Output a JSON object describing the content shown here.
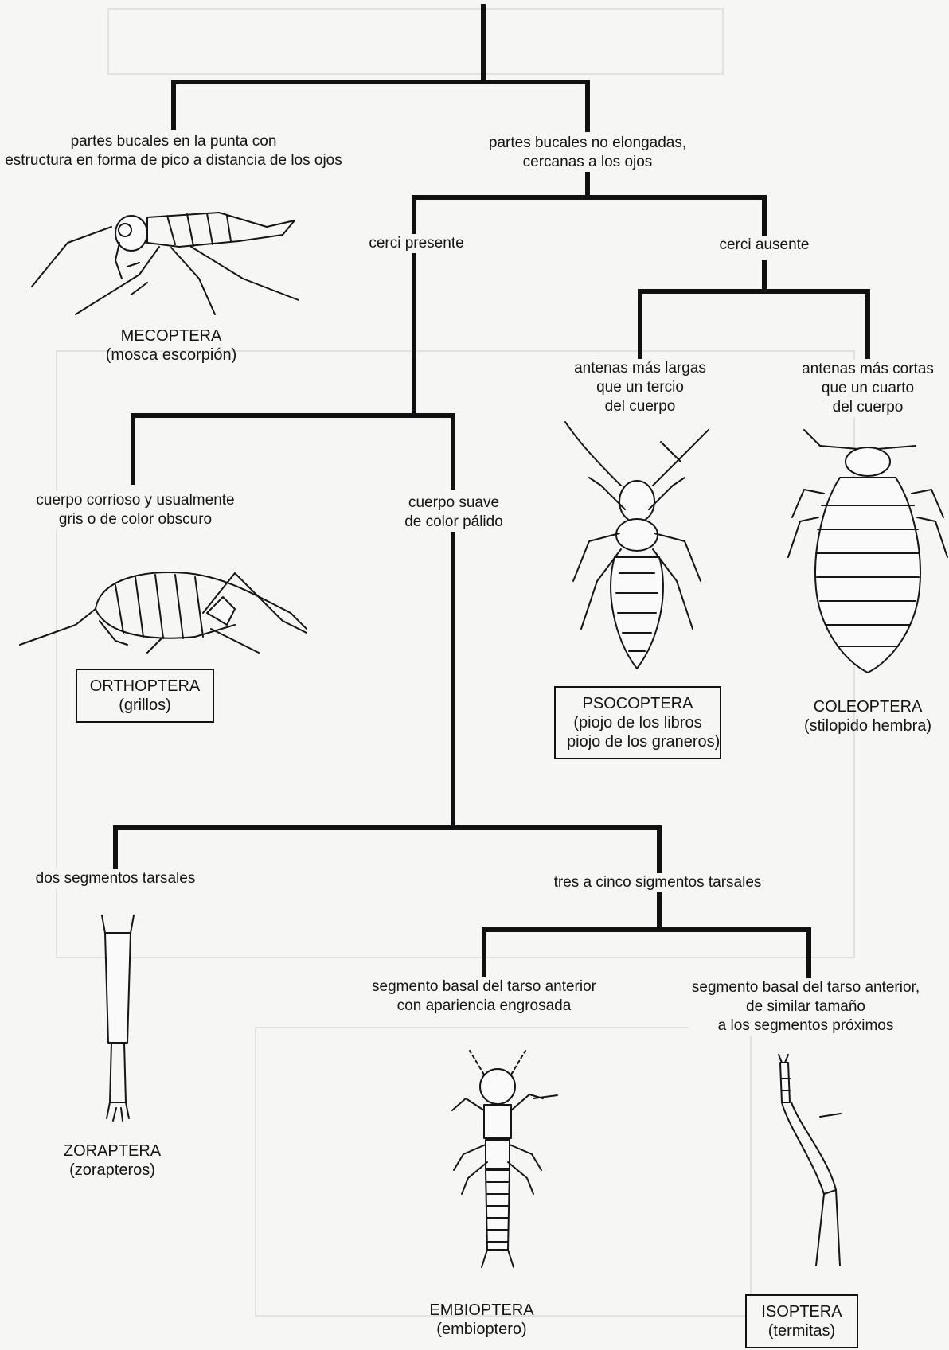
{
  "nodes": {
    "mecoptera_char": [
      "partes bucales en la punta con",
      "estructura en forma de pico a distancia de los ojos"
    ],
    "no_elongadas": [
      "partes bucales no elongadas,",
      "cercanas a los ojos"
    ],
    "cerci_presente": "cerci presente",
    "cerci_ausente": "cerci ausente",
    "antenas_largas": [
      "antenas más largas",
      "que un tercio",
      "del cuerpo"
    ],
    "antenas_cortas": [
      "antenas más cortas",
      "que un cuarto",
      "del cuerpo"
    ],
    "cuerpo_corrioso": [
      "cuerpo corrioso y usualmente",
      "gris o de color obscuro"
    ],
    "cuerpo_suave": [
      "cuerpo suave",
      "de color pálido"
    ],
    "dos_segmentos": "dos segmentos tarsales",
    "tres_cinco": "tres a cinco sigmentos tarsales",
    "basal_engrosada": [
      "segmento basal del tarso anterior",
      "con apariencia engrosada"
    ],
    "basal_similar": [
      "segmento basal del tarso anterior,",
      "de similar tamaño",
      "a los segmentos próximos"
    ]
  },
  "taxa": {
    "mecoptera": {
      "name": "MECOPTERA",
      "common": "(mosca escorpión)"
    },
    "orthoptera": {
      "name": "ORTHOPTERA",
      "common": "(grillos)"
    },
    "psocoptera": {
      "name": "PSOCOPTERA",
      "common": [
        "(piojo de los libros",
        "piojo de los graneros)"
      ]
    },
    "coleoptera": {
      "name": "COLEOPTERA",
      "common": "(stilopido hembra)"
    },
    "zoraptera": {
      "name": "ZORAPTERA",
      "common": "(zorapteros)"
    },
    "embioptera": {
      "name": "EMBIOPTERA",
      "common": "(embioptero)"
    },
    "isoptera": {
      "name": "ISOPTERA",
      "common": "(termitas)"
    }
  },
  "illustrations": {
    "mecoptera": "scorpionfly-illustration",
    "orthoptera": "cricket-illustration",
    "psocoptera": "booklouse-illustration",
    "coleoptera": "stylopid-female-illustration",
    "zoraptera": "zorapteran-leg-illustration",
    "embioptera": "webspinner-illustration",
    "isoptera": "termite-leg-illustration"
  }
}
